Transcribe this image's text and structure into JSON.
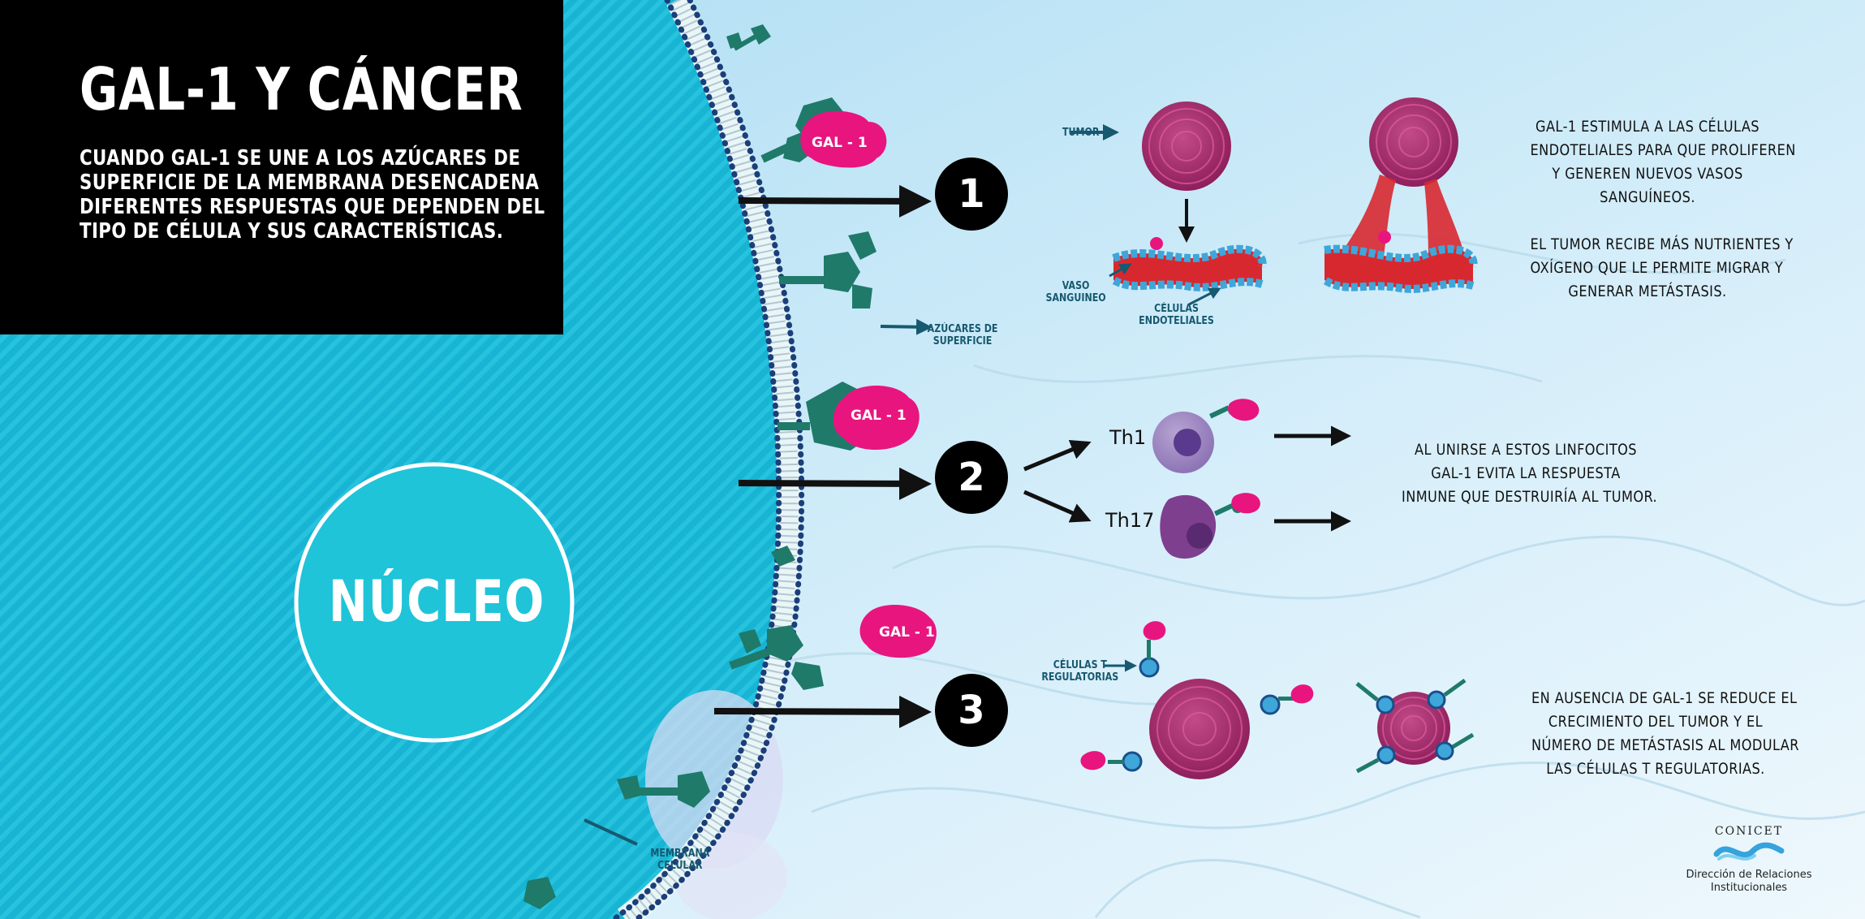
{
  "title": "GAL-1 Y CÁNCER",
  "intro_lines": [
    "CUANDO GAL-1 SE UNE A LOS AZÚCARES DE",
    "SUPERFICIE DE LA MEMBRANA DESENCADENA",
    "DIFERENTES RESPUESTAS QUE DEPENDEN DEL",
    "TIPO DE CÉLULA Y SUS CARACTERÍSTICAS."
  ],
  "nucleus_label": "NÚCLEO",
  "membrane_label": [
    "MEMBRANA",
    "CELULAR"
  ],
  "surface_sugars_label": [
    "AZÚCARES DE",
    "SUPERFICIE"
  ],
  "gal_badge": "GAL - 1",
  "gal_mini": "GAL-1",
  "steps": [
    {
      "number": "1",
      "labels": {
        "tumor": "TUMOR",
        "vessel": [
          "VASO",
          "SANGUINEO"
        ],
        "endothelial": [
          "CÉLULAS",
          "ENDOTELIALES"
        ]
      },
      "description": [
        "GAL-1 ESTIMULA A LAS CÉLULAS",
        "ENDOTELIALES PARA QUE PROLIFEREN",
        "Y GENEREN NUEVOS VASOS",
        "SANGUÍNEOS.",
        "",
        "EL TUMOR RECIBE MÁS NUTRIENTES Y",
        "OXÍGENO QUE LE PERMITE MIGRAR Y",
        "GENERAR METÁSTASIS."
      ]
    },
    {
      "number": "2",
      "cells": [
        "Th1",
        "Th17"
      ],
      "description": [
        "AL UNIRSE A ESTOS LINFOCITOS",
        "GAL-1 EVITA LA RESPUESTA",
        "INMUNE QUE DESTRUIRÍA AL TUMOR."
      ]
    },
    {
      "number": "3",
      "labels": {
        "treg": [
          "CÉLULAS T",
          "REGULATORIAS"
        ]
      },
      "description": [
        "EN AUSENCIA DE GAL-1 SE REDUCE EL",
        "CRECIMIENTO DEL TUMOR Y EL",
        "NÚMERO DE METÁSTASIS AL MODULAR",
        "LAS CÉLULAS T REGULATORIAS."
      ]
    }
  ],
  "footer": {
    "logo": "CONICET",
    "department": [
      "Dirección de Relaciones",
      "Institucionales"
    ]
  },
  "colors": {
    "cell": "#1cb8d6",
    "gal1": "#e8157f",
    "sugar": "#1f7a6a",
    "tumor": "#a2286a",
    "background": "#cde9f6"
  }
}
